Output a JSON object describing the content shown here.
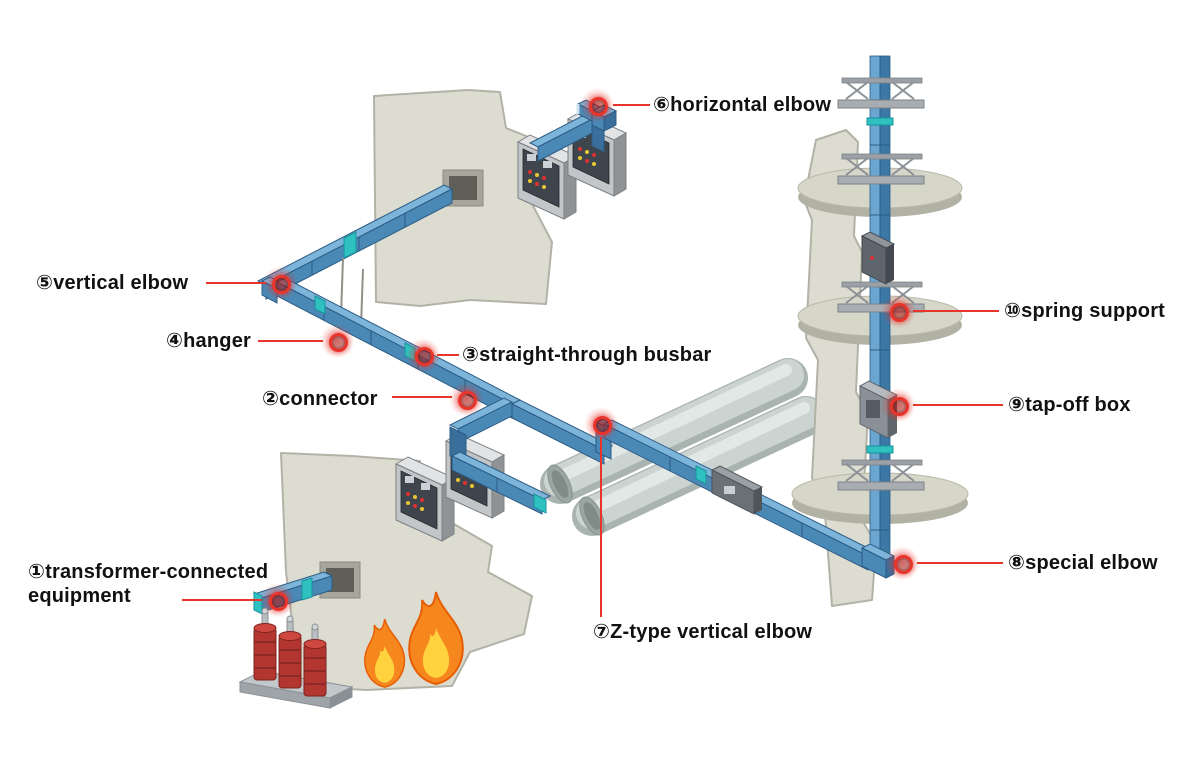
{
  "callouts": [
    {
      "number": "①",
      "label": "transformer-connected equipment",
      "text": "①transformer-connected equipment"
    },
    {
      "number": "②",
      "label": "connector",
      "text": "②connector"
    },
    {
      "number": "③",
      "label": "straight-through busbar",
      "text": "③straight-through busbar"
    },
    {
      "number": "④",
      "label": "hanger",
      "text": "④hanger"
    },
    {
      "number": "⑤",
      "label": "vertical elbow",
      "text": "⑤vertical elbow"
    },
    {
      "number": "⑥",
      "label": "horizontal elbow",
      "text": "⑥horizontal elbow"
    },
    {
      "number": "⑦",
      "label": "Z-type vertical elbow",
      "text": "⑦Z-type vertical elbow"
    },
    {
      "number": "⑧",
      "label": "special elbow",
      "text": "⑧special elbow"
    },
    {
      "number": "⑨",
      "label": "tap-off box",
      "text": "⑨tap-off box"
    },
    {
      "number": "⑩",
      "label": "spring support",
      "text": "⑩spring support"
    }
  ],
  "icons": {
    "marker": "target-marker-icon"
  },
  "colors": {
    "accent_red": "#e8342b",
    "busbar_blue_top": "#7db4d9",
    "busbar_blue": "#4a88b5",
    "joint_teal": "#2fc0c0",
    "wall_gray": "#dcdcd0",
    "flame_orange": "#f6871e",
    "flame_yellow": "#ffd23e",
    "transformer_red": "#b23530"
  }
}
